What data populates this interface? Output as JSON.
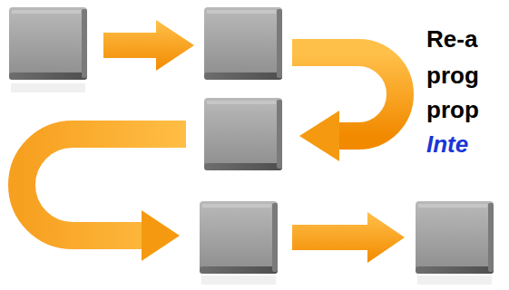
{
  "diagram": {
    "labels": [
      "Re-a",
      "prog",
      "prop",
      "Inte"
    ]
  }
}
